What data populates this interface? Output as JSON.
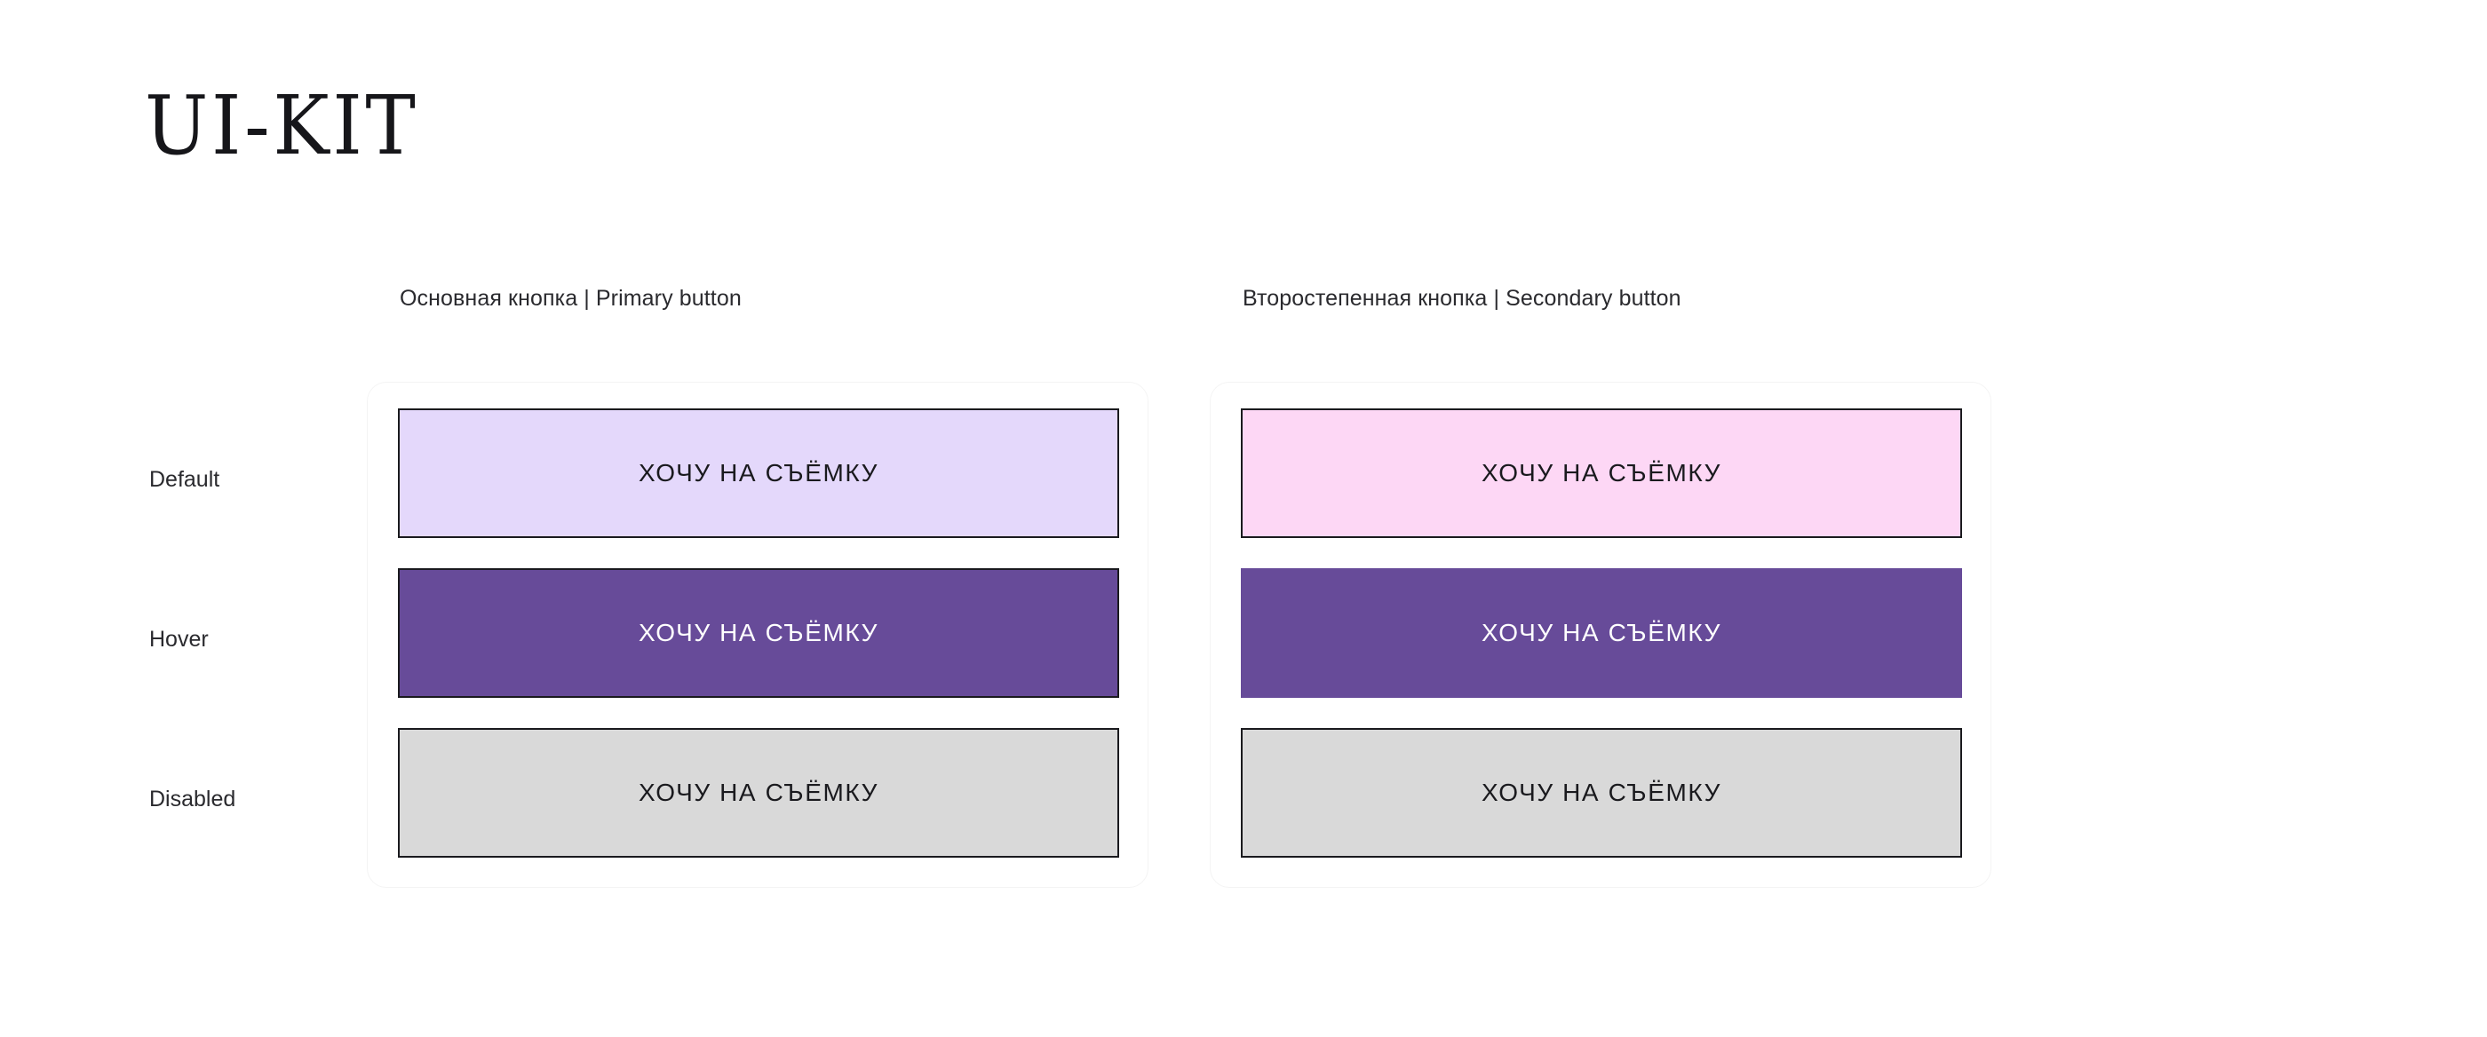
{
  "page": {
    "title": "UI-KIT",
    "background": "#FFFFFF"
  },
  "columns": [
    {
      "id": "primary",
      "header": "Основная кнопка | Primary button"
    },
    {
      "id": "secondary",
      "header": "Второстепенная кнопка | Secondary button"
    }
  ],
  "rows": [
    {
      "id": "default",
      "label": "Default"
    },
    {
      "id": "hover",
      "label": "Hover"
    },
    {
      "id": "disabled",
      "label": "Disabled"
    }
  ],
  "button_label": "ХОЧУ НА СЪЁМКУ",
  "buttons": {
    "primary": {
      "default": {
        "label": "ХОЧУ НА СЪЁМКУ",
        "bg": "#E4D8FB",
        "text": "#1A1A1E",
        "border": "#1A1A1E"
      },
      "hover": {
        "label": "ХОЧУ НА СЪЁМКУ",
        "bg": "#674B99",
        "text": "#FFFFFF",
        "border": "#1A1A1E"
      },
      "disabled": {
        "label": "ХОЧУ НА СЪЁМКУ",
        "bg": "#D9D9D9",
        "text": "#1A1A1E",
        "border": "#1A1A1E"
      }
    },
    "secondary": {
      "default": {
        "label": "ХОЧУ НА СЪЁМКУ",
        "bg": "#FDD7F5",
        "text": "#1A1A1E",
        "border": "#1A1A1E"
      },
      "hover": {
        "label": "ХОЧУ НА СЪЁМКУ",
        "bg": "#674B99",
        "text": "#FFFFFF",
        "border": "none"
      },
      "disabled": {
        "label": "ХОЧУ НА СЪЁМКУ",
        "bg": "#D9D9D9",
        "text": "#1A1A1E",
        "border": "#1A1A1E"
      }
    }
  },
  "palette": {
    "lavender": "#E4D8FB",
    "purple": "#674B99",
    "pink": "#FDD7F5",
    "gray": "#D9D9D9",
    "ink": "#1A1A1E",
    "panel_outline": "#F4F4F4"
  }
}
